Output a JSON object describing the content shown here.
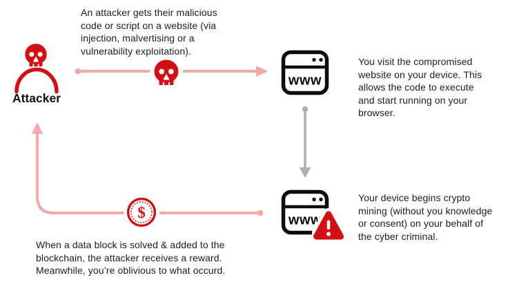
{
  "colors": {
    "red": "#d40f14",
    "pink": "#f5a8a6",
    "gray": "#b0b0b0",
    "ink": "#0d0d0d",
    "text": "#1d1d20",
    "bg": "#ffffff"
  },
  "attacker": {
    "label": "Attacker"
  },
  "browser": {
    "label": "www"
  },
  "coin": {
    "symbol": "$"
  },
  "icons": {
    "attacker": "skull-icon",
    "malware_payload": "skull-icon",
    "website": "browser-www-icon",
    "infected_website": "browser-warning-icon",
    "warning": "warning-triangle-icon",
    "reward": "dollar-coin-icon"
  },
  "captions": {
    "step1": "An attacker gets their malicious code or script on a website (via injection, malvertising or a vulnerability exploitation).",
    "step2": "You visit the compromised website on your device. This allows the code to execute and start running on your browser.",
    "step3": "Your device begins crypto mining (without you knowledge or consent) on your behalf of the cyber criminal.",
    "step4": "When a data block is solved & added to the blockchain, the attacker receives a reward. Meanwhile, you’re oblivious to what occurd."
  }
}
